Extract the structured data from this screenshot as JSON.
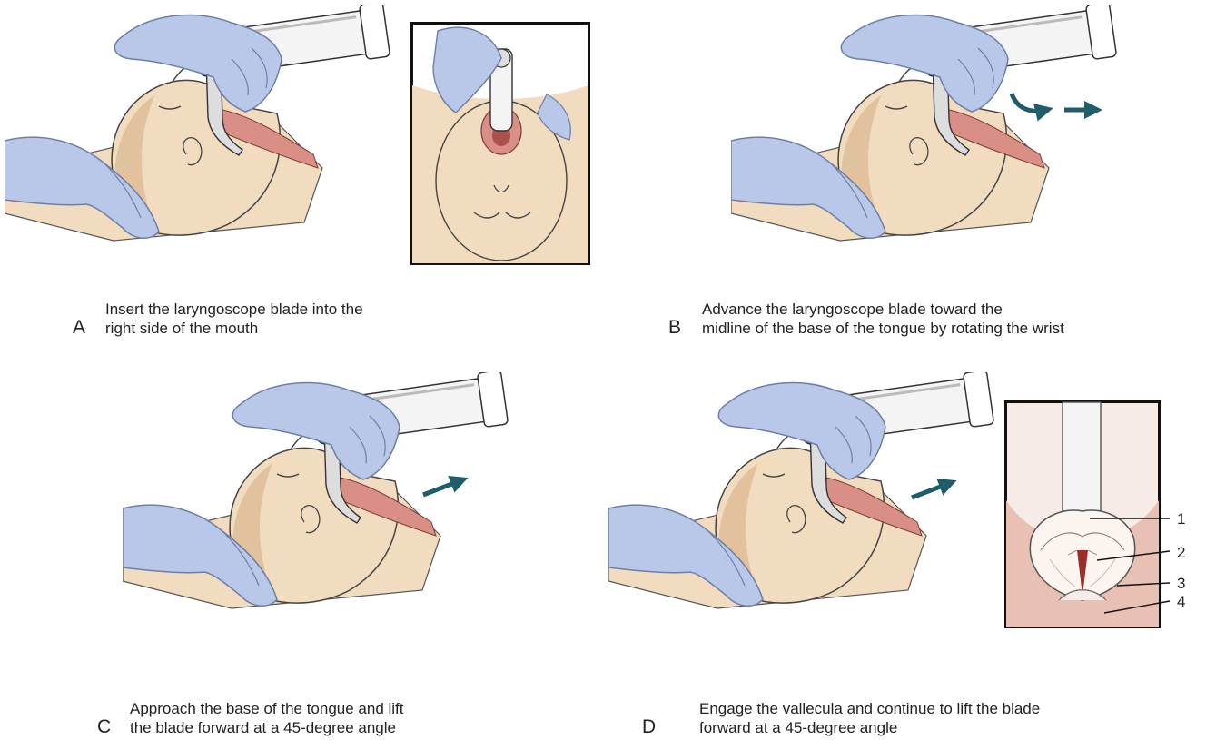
{
  "panels": [
    {
      "letter": "A",
      "caption_line1": "Insert the laryngoscope blade into the",
      "caption_line2": "right side of the mouth"
    },
    {
      "letter": "B",
      "caption_line1": "Advance the laryngoscope blade toward the",
      "caption_line2": "midline of the base of the tongue by rotating the wrist"
    },
    {
      "letter": "C",
      "caption_line1": "Approach the base of the tongue and lift",
      "caption_line2": "the blade forward at a 45-degree angle"
    },
    {
      "letter": "D",
      "caption_line1": "Engage the vallecula and continue to lift the blade",
      "caption_line2": "forward at a 45-degree angle"
    }
  ],
  "inset_callouts": [
    "1",
    "2",
    "3",
    "4"
  ],
  "colors": {
    "skin": "#f1dcc0",
    "skin_shadow": "#e2c29d",
    "glove": "#b9c8e8",
    "glove_edge": "#6d7fa6",
    "scope": "#f4f4f4",
    "outline": "#333333",
    "mucosa": "#d98f86",
    "arrow": "#1f5d6a"
  }
}
